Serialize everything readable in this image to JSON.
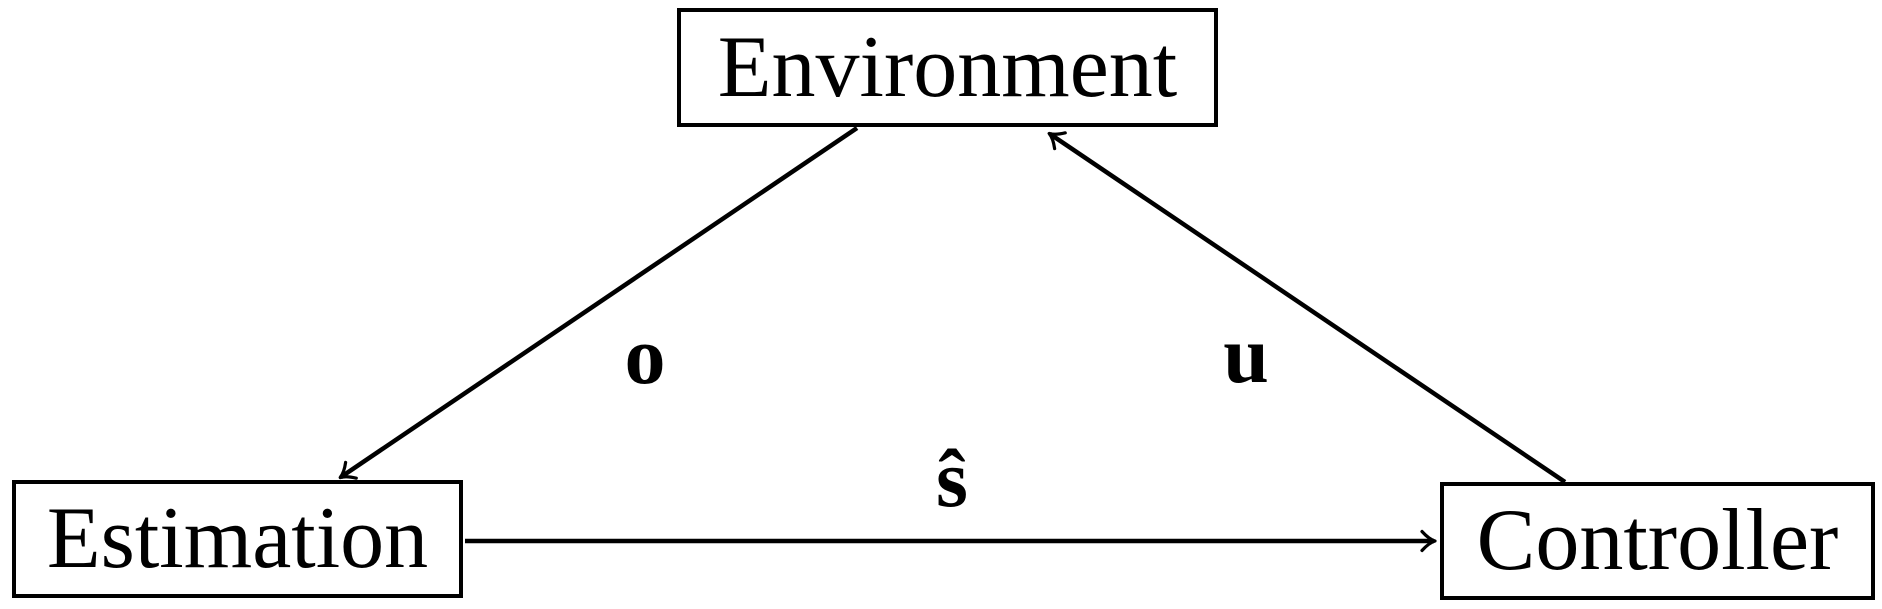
{
  "diagram": {
    "type": "block-diagram",
    "colors": {
      "ink": "#000000",
      "background": "#ffffff"
    },
    "nodes": [
      {
        "id": "environment",
        "label": "Environment"
      },
      {
        "id": "estimation",
        "label": "Estimation"
      },
      {
        "id": "controller",
        "label": "Controller"
      }
    ],
    "edges": [
      {
        "from": "environment",
        "to": "estimation",
        "label": "o"
      },
      {
        "from": "controller",
        "to": "environment",
        "label": "u"
      },
      {
        "from": "estimation",
        "to": "controller",
        "label": "ŝ"
      }
    ]
  }
}
